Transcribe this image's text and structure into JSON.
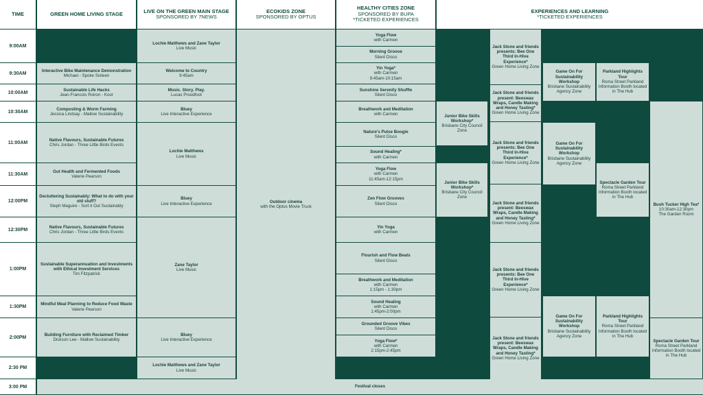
{
  "header": {
    "time_label": "TIME",
    "columns": [
      {
        "title": "GREEN HOME LIVING STAGE",
        "sub": ""
      },
      {
        "title": "LIVE ON THE GREEN MAIN STAGE",
        "sub": "SPONSORED BY 7NEWS"
      },
      {
        "title": "ECOKIDS ZONE",
        "sub": "SPONSORED BY OPTUS"
      },
      {
        "title": "HEALTHY CITIES ZONE",
        "sub": "SPONSORED BY BUPA\n*TICKETED EXPERIENCES"
      },
      {
        "title": "EXPERIENCES AND LEARNING",
        "sub": "*TICKETED EXPERIENCES"
      }
    ]
  },
  "times": [
    "9:00AM",
    "9:30AM",
    "10:00AM",
    "10:30AM",
    "11:00AM",
    "11:30AM",
    "12:00PM",
    "12:30PM",
    "1:00PM",
    "1:30PM",
    "2:00PM",
    "2:30 PM",
    "3:00 PM"
  ],
  "colors": {
    "dark": "#0f4a3e",
    "cell": "#cfddd9",
    "text": "#173f36",
    "header_text": "#0f4a3e"
  },
  "events": [
    {
      "t": "Lochie Matthews and Zane Taylor",
      "s": "Live Music"
    },
    {
      "t": "Interactive Bike Maintenance Demonstration",
      "s": "Michael - Spoke Sixteen"
    },
    {
      "t": "Welcome to Country",
      "s": "9:45am"
    },
    {
      "t": "Sustainable Life Hacks",
      "s": "Jean-Francois Roiron - Koor"
    },
    {
      "t": "Music. Story. Play.",
      "s": "Lucas Proudfoot"
    },
    {
      "t": "Composting & Worm Farming",
      "s": "Jessica Lindsay - Mallow Sustainability"
    },
    {
      "t": "Bluey",
      "s": "Live Interactive Experience"
    },
    {
      "t": "Native Flavours, Sustainable Futures",
      "s": "Chris Jordan - Three Little Birds Events"
    },
    {
      "t": "Lochie Matthews",
      "s": "Live Music"
    },
    {
      "t": "Gut Health and Fermented Foods",
      "s": "Valerie Pearson"
    },
    {
      "t": "Decluttering Sustainably: What to do with your old stuff?",
      "s": "Steph Maguire - Sort it Out Sustainably"
    },
    {
      "t": "Bluey",
      "s": "Live Interactive Experience"
    },
    {
      "t": "Native Flavours, Sustainable Futures",
      "s": "Chris Jordan - Three Little Birds Events"
    },
    {
      "t": "Sustainable Superannuation and Investments with Ethical Investment Services",
      "s": "Tim Fitzpatrick"
    },
    {
      "t": "Zane Taylor",
      "s": "Live Music"
    },
    {
      "t": "Mindful Meal Planning to Reduce Food Waste",
      "s": "Valerie Pearson"
    },
    {
      "t": "Building Furniture with Reclaimed Timber",
      "s": "Dickson Lee - Mallow Sustainability"
    },
    {
      "t": "Bluey",
      "s": "Live Interactive Experience"
    },
    {
      "t": "Lochie Matthews and Zane Taylor",
      "s": "Live Music"
    },
    {
      "t": "Outdoor cinema",
      "s": "with the Optus Movie Truck"
    },
    {
      "t": "Yoga Flow",
      "s": "with Carmen"
    },
    {
      "t": "Morning Groove",
      "s": "Silent Disco"
    },
    {
      "t": "Yin Yoga*",
      "s": "with Carmen\n9:45am-10:15am"
    },
    {
      "t": "Sunshine Serenity Shuffle",
      "s": "Silent Disco"
    },
    {
      "t": "Breathwork and Meditation",
      "s": "with Carmen"
    },
    {
      "t": "Nature's Pulse Boogie",
      "s": "Silent Disco"
    },
    {
      "t": "Sound Healing*",
      "s": "with Carmen"
    },
    {
      "t": "Yoga Flow",
      "s": "with Carmen\n11:45am-12:15pm"
    },
    {
      "t": "Zen Flow Grooves",
      "s": "Silent Disco"
    },
    {
      "t": "Yin Yoga",
      "s": "with Carmen"
    },
    {
      "t": "Flourish and Flow Beats",
      "s": "Silent Disco"
    },
    {
      "t": "Breathwork and Meditation",
      "s": "with Carmen\n1:15pm - 1:30pm"
    },
    {
      "t": "Sound Healing",
      "s": "with Carmen\n1:45pm-2:00pm"
    },
    {
      "t": "Grounded Groove Vibes",
      "s": "Silent Disco"
    },
    {
      "t": "Yoga Flow*",
      "s": "with Carmen\n2:15pm-2:45pm"
    },
    {
      "t": "Junior Bike Skills Workshop*",
      "s": "Brisbane City Council Zone"
    },
    {
      "t": "Junior Bike Skills Workshop*",
      "s": "Brisbane City Council Zone"
    },
    {
      "t": "Jack Stone and friends presents: Bee One Third In-Hive Experience*",
      "s": "Green Home Living Zone"
    },
    {
      "t": "Jack Stone and friends present: Beeswax Wraps, Candle Making and Honey Tasting*",
      "s": "Green Home Living Zone"
    },
    {
      "t": "Jack Stone and friends presents: Bee One Third In-Hive Experience*",
      "s": "Green Home Living Zone"
    },
    {
      "t": "Jack Stone and friends present: Beeswax Wraps, Candle Making and Honey Tasting*",
      "s": "Green Home Living Zone"
    },
    {
      "t": "Jack Stone and friends presents: Bee One Third In-Hive Experience*",
      "s": "Green Home Living Zone"
    },
    {
      "t": "Jack Stone and friends present: Beeswax Wraps, Candle Making and Honey Tasting*",
      "s": "Green Home Living Zone"
    },
    {
      "t": "Game On For Sustainability Workshop",
      "s": "Brisbane Sustainability Agency Zone"
    },
    {
      "t": "Game On For Sustainability Workshop",
      "s": "Brisbane Sustainability Agency Zone"
    },
    {
      "t": "Game On For Sustainability Workshop",
      "s": "Brisbane Sustainability Agency Zone"
    },
    {
      "t": "Parkland Highlights Tour",
      "s": "Roma Street Parkland Information Booth located in The Hub"
    },
    {
      "t": "Spectacle Garden Tour",
      "s": "Roma Street Parkland Information Booth located in The Hub"
    },
    {
      "t": "Parkland Highlights Tour",
      "s": "Roma Street Parkland Information Booth located in The Hub"
    },
    {
      "t": "Bush Tucker High Tea*",
      "s": "10:30am-12:30pm\nThe Garden Room"
    },
    {
      "t": "Spectacle Garden Tour",
      "s": "Roma Street Parkland Information Booth located in The Hub"
    },
    {
      "t": "Festival closes",
      "s": ""
    }
  ]
}
